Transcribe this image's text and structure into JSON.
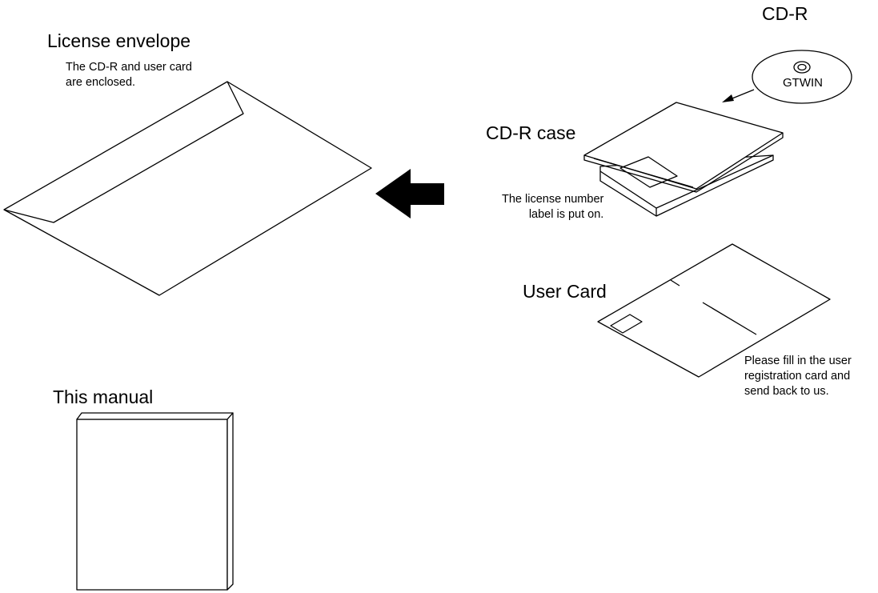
{
  "envelope": {
    "title": "License envelope",
    "note_line1": "The CD-R and user card",
    "note_line2": "are enclosed."
  },
  "cdr": {
    "title": "CD-R",
    "disc_text": "GTWIN"
  },
  "cdr_case": {
    "title": "CD-R case",
    "note_line1": "The license number",
    "note_line2": "label is put on."
  },
  "user_card": {
    "title": "User Card",
    "note_line1": "Please fill in the user",
    "note_line2": "registration card and",
    "note_line3": "send back to us."
  },
  "manual": {
    "title": "This manual"
  }
}
